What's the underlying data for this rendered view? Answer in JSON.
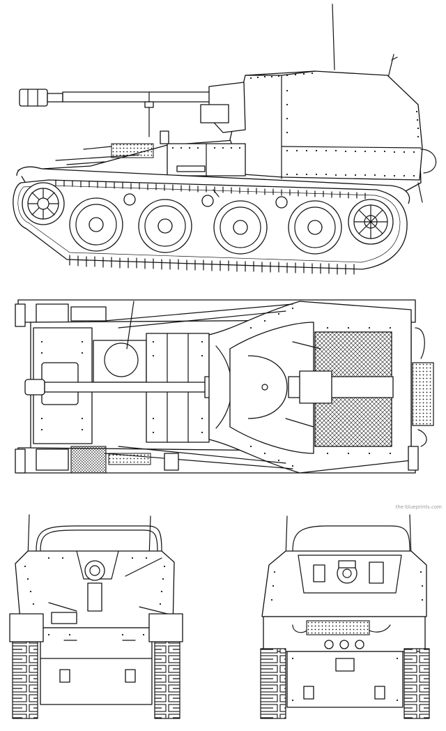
{
  "drawing": {
    "subject": "tank destroyer line drawing",
    "views": [
      {
        "view": "side"
      },
      {
        "view": "top"
      },
      {
        "view": "front"
      },
      {
        "view": "rear"
      }
    ],
    "credit": "the-blueprints.com"
  },
  "colors": {
    "ink": "#111111",
    "paper": "#ffffff",
    "credit": "#9a9a9a"
  }
}
